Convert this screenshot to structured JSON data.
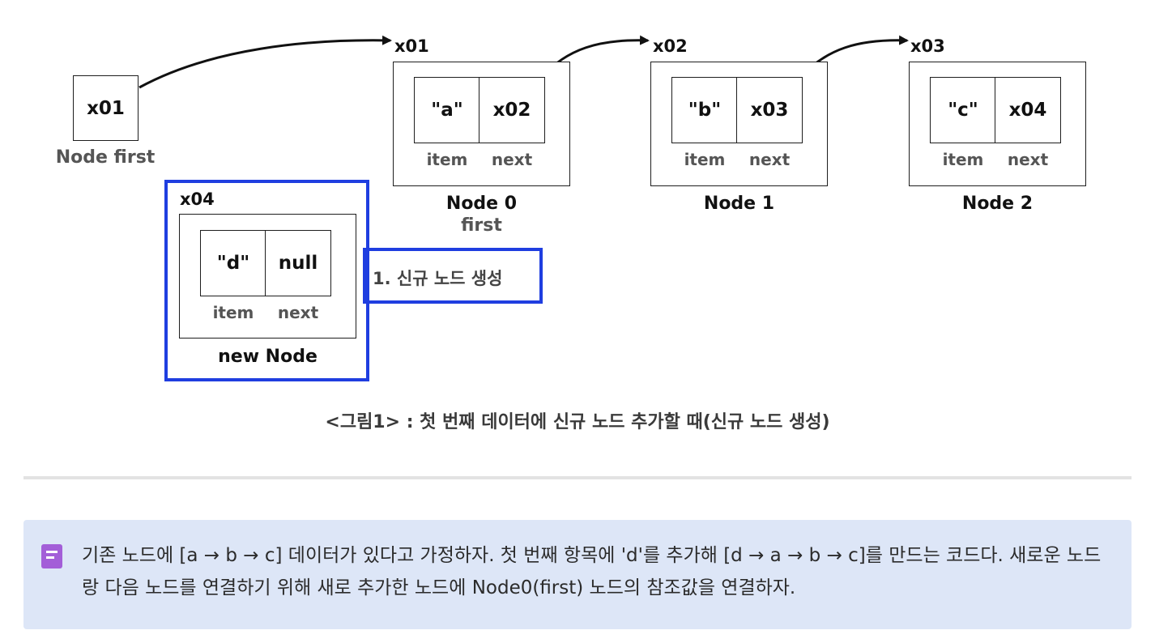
{
  "pointer_box": {
    "value": "x01",
    "label": "Node first"
  },
  "nodes": [
    {
      "addr": "x01",
      "item": "\"a\"",
      "next": "x02",
      "label": "Node 0",
      "sub": "first"
    },
    {
      "addr": "x02",
      "item": "\"b\"",
      "next": "x03",
      "label": "Node 1"
    },
    {
      "addr": "x03",
      "item": "\"c\"",
      "next": "x04",
      "label": "Node 2"
    }
  ],
  "new_node": {
    "addr": "x04",
    "item": "\"d\"",
    "next": "null",
    "label": "new Node"
  },
  "field_labels": {
    "item": "item",
    "next": "next"
  },
  "step_label": "1. 신규 노드 생성",
  "caption": "<그림1> : 첫 번째 데이터에 신규 노드 추가할 때(신규 노드 생성)",
  "callout": {
    "icon": "note-icon",
    "text": "기존 노드에 [a → b → c] 데이터가 있다고 가정하자. 첫 번째 항목에 'd'를 추가해 [d → a → b → c]를 만드는 코드다. 새로운 노드랑 다음 노드를 연결하기 위해 새로 추가한 노드에 Node0(first) 노드의 참조값을 연결하자."
  },
  "colors": {
    "highlight": "#1f3ee0",
    "callout_bg": "#dde6f7",
    "icon": "#a35ed8"
  }
}
